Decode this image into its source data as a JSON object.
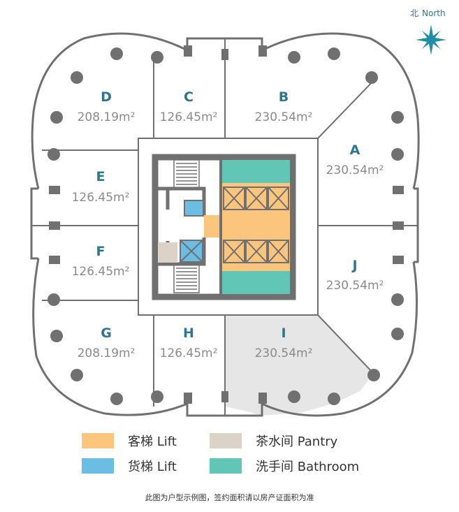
{
  "compass": {
    "label_cn": "北",
    "label_en": "North",
    "color": "#1f8fa8"
  },
  "units": [
    {
      "id": "A",
      "area": "230.54m²"
    },
    {
      "id": "B",
      "area": "230.54m²"
    },
    {
      "id": "C",
      "area": "126.45m²"
    },
    {
      "id": "D",
      "area": "208.19m²"
    },
    {
      "id": "E",
      "area": "126.45m²"
    },
    {
      "id": "F",
      "area": "126.45m²"
    },
    {
      "id": "G",
      "area": "208.19m²"
    },
    {
      "id": "H",
      "area": "126.45m²"
    },
    {
      "id": "I",
      "area": "230.54m²"
    },
    {
      "id": "J",
      "area": "230.54m²"
    }
  ],
  "legend": [
    {
      "label": "客梯 Lift",
      "color": "#fbc57e"
    },
    {
      "label": "茶水间 Pantry",
      "color": "#dcd3c8"
    },
    {
      "label": "货梯 Lift",
      "color": "#6bbde3"
    },
    {
      "label": "洗手间 Bathroom",
      "color": "#62c6b7"
    }
  ],
  "colors": {
    "wall": "#707070",
    "column": "#707070",
    "highlight_unit": "#e6e6e6",
    "label": "#2e7590"
  },
  "footnote": "此图为户型示例图，签约面积请以房产证面积为准"
}
